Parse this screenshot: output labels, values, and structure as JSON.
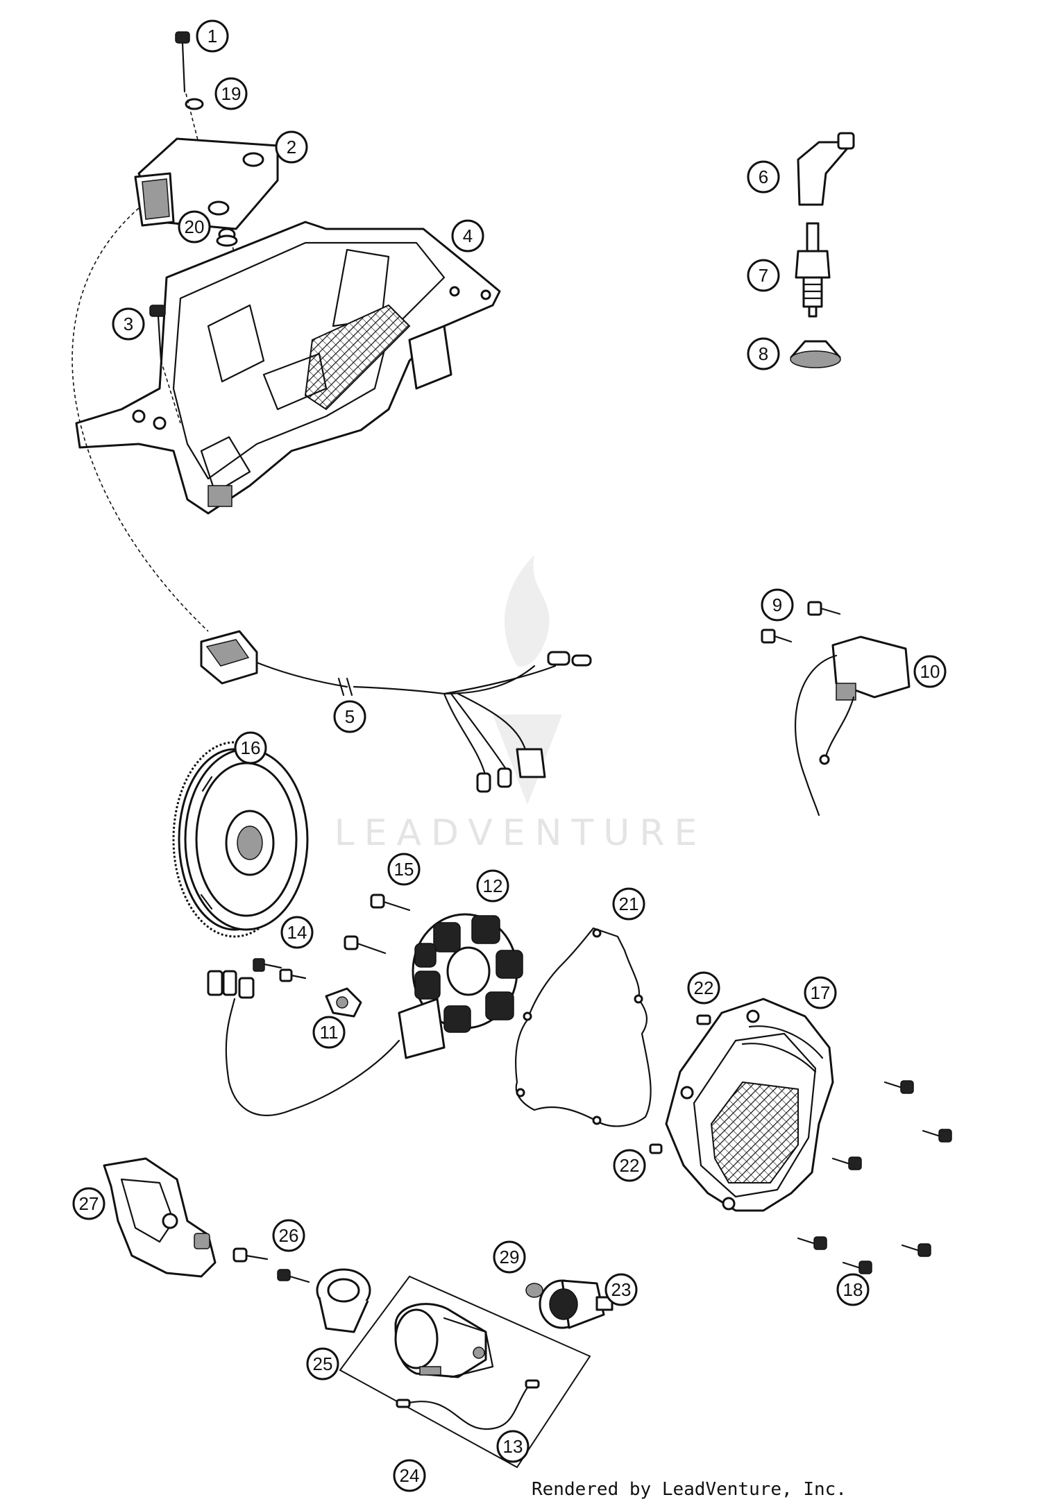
{
  "diagram": {
    "watermark": "LEADVENTURE",
    "credit": "Rendered by LeadVenture, Inc."
  },
  "callouts": [
    {
      "id": "1",
      "label": "1"
    },
    {
      "id": "19",
      "label": "19"
    },
    {
      "id": "2",
      "label": "2"
    },
    {
      "id": "20",
      "label": "20"
    },
    {
      "id": "4",
      "label": "4"
    },
    {
      "id": "3",
      "label": "3"
    },
    {
      "id": "6",
      "label": "6"
    },
    {
      "id": "7",
      "label": "7"
    },
    {
      "id": "8",
      "label": "8"
    },
    {
      "id": "9",
      "label": "9"
    },
    {
      "id": "10",
      "label": "10"
    },
    {
      "id": "5",
      "label": "5"
    },
    {
      "id": "16",
      "label": "16"
    },
    {
      "id": "15",
      "label": "15"
    },
    {
      "id": "12",
      "label": "12"
    },
    {
      "id": "21",
      "label": "21"
    },
    {
      "id": "14",
      "label": "14"
    },
    {
      "id": "11",
      "label": "11"
    },
    {
      "id": "22a",
      "label": "22"
    },
    {
      "id": "17",
      "label": "17"
    },
    {
      "id": "22b",
      "label": "22"
    },
    {
      "id": "27",
      "label": "27"
    },
    {
      "id": "26",
      "label": "26"
    },
    {
      "id": "29",
      "label": "29"
    },
    {
      "id": "23",
      "label": "23"
    },
    {
      "id": "18",
      "label": "18"
    },
    {
      "id": "25",
      "label": "25"
    },
    {
      "id": "13",
      "label": "13"
    },
    {
      "id": "24",
      "label": "24"
    }
  ]
}
